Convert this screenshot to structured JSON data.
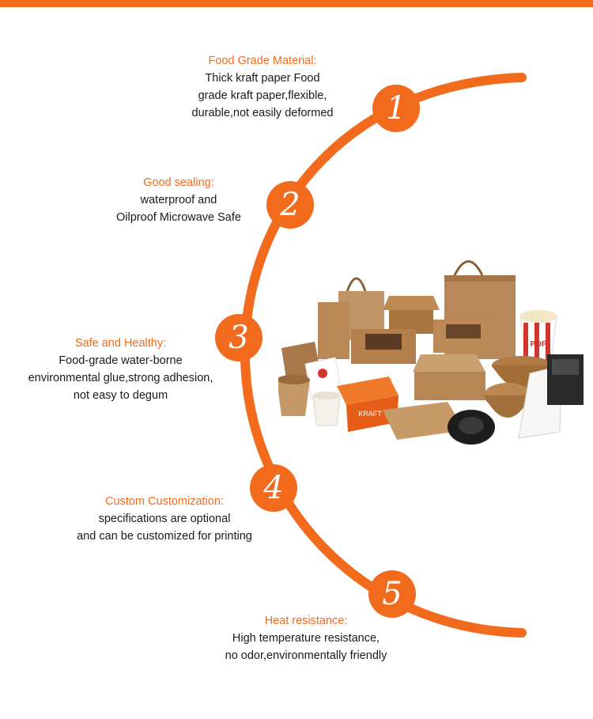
{
  "colors": {
    "accent": "#f26b1d",
    "text": "#1a1a1a",
    "background": "#ffffff"
  },
  "features": [
    {
      "number": "1",
      "title": "Food Grade Material:",
      "lines": [
        "Thick kraft paper Food",
        "grade kraft paper,flexible,",
        "durable,not easily deformed"
      ]
    },
    {
      "number": "2",
      "title": "Good sealing:",
      "lines": [
        "waterproof and",
        "Oilproof Microwave Safe"
      ]
    },
    {
      "number": "3",
      "title": "Safe and Healthy:",
      "lines": [
        "Food-grade water-borne",
        "environmental glue,strong adhesion,",
        "not easy to degum"
      ]
    },
    {
      "number": "4",
      "title": "Custom Customization:",
      "lines": [
        "specifications are optional",
        "and can be customized for printing"
      ]
    },
    {
      "number": "5",
      "title": "Heat resistance:",
      "lines": [
        "High temperature resistance,",
        "no odor,environmentally friendly"
      ]
    }
  ],
  "product_image": {
    "icon": "kraft-packaging-products",
    "sign_text": "POP",
    "box_text": "KRAFT"
  }
}
